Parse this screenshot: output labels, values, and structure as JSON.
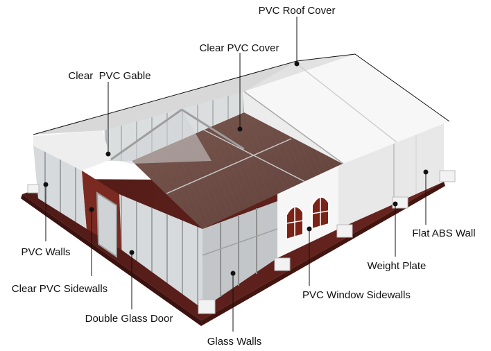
{
  "diagram": {
    "subject": "tent-structure",
    "labels": {
      "pvc_roof_cover": "PVC Roof Cover",
      "clear_pvc_cover": "Clear PVC Cover",
      "clear_pvc_gable": "Clear  PVC Gable",
      "pvc_walls": "PVC Walls",
      "clear_pvc_sidewalls": "Clear PVC Sidewalls",
      "double_glass_door": "Double Glass Door",
      "glass_walls": "Glass Walls",
      "pvc_window_sidewalls": "PVC Window Sidewalls",
      "weight_plate": "Weight Plate",
      "flat_abs_wall": "Flat ABS Wall"
    },
    "colors": {
      "floor": "#5a1f1a",
      "wood_floor": "#6b4a42",
      "white_wall": "#f4f4f4",
      "roof_grey": "#dcdcdc",
      "frame": "#b8b8b8",
      "glass": "#c9cdd0",
      "leader": "#111111"
    }
  }
}
